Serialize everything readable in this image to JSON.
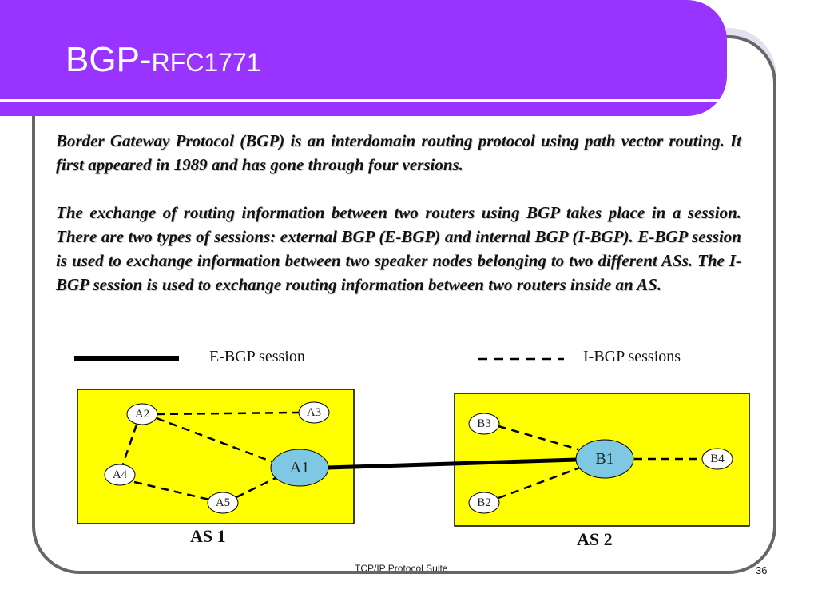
{
  "slide": {
    "title_main": "BGP-",
    "title_sub": "RFC1771",
    "paragraphs": [
      "Border Gateway Protocol (BGP) is an interdomain routing protocol using path vector routing. It first appeared in 1989 and has gone through four versions.",
      "The exchange of routing information between two routers using BGP takes place in a session.  There are two types of sessions: external BGP (E-BGP) and internal BGP (I-BGP). E-BGP session is used to exchange information between two speaker nodes belonging to two different ASs.  The I-BGP session is used to exchange routing information between two routers inside an AS."
    ],
    "footer": "TCP/IP Protocol Suite",
    "page_number": "36"
  },
  "diagram": {
    "legend": {
      "ebgp_label": "E-BGP session",
      "ibgp_label": "I-BGP sessions"
    },
    "as1": {
      "label": "AS 1",
      "nodes": {
        "a1": "A1",
        "a2": "A2",
        "a3": "A3",
        "a4": "A4",
        "a5": "A5"
      }
    },
    "as2": {
      "label": "AS 2",
      "nodes": {
        "b1": "B1",
        "b2": "B2",
        "b3": "B3",
        "b4": "B4"
      }
    }
  },
  "colors": {
    "header_purple": "#9933ff",
    "frame_gray": "#666666",
    "circle_lavender": "#e3e0ef",
    "as_box_yellow": "#ffff00",
    "speaker_node_blue": "#7ec8e3",
    "text_dark": "#111111"
  },
  "icons": {
    "ebgp_legend": "solid-line-icon",
    "ibgp_legend": "dashed-line-icon"
  }
}
